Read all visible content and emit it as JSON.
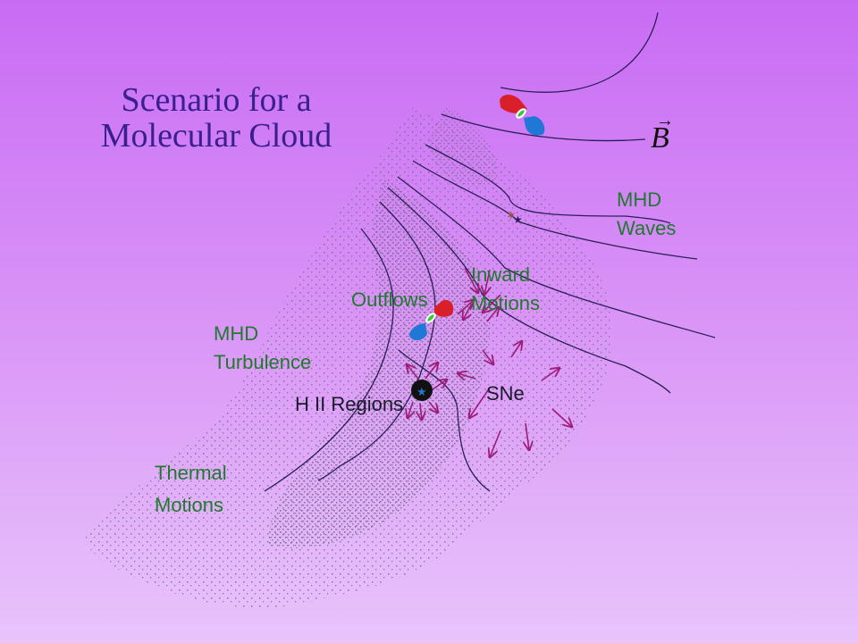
{
  "title": {
    "line1": "Scenario for a",
    "line2": "Molecular Cloud"
  },
  "field_symbol": {
    "letter": "B",
    "vector_mark": "→"
  },
  "labels": {
    "mhd_waves": [
      "MHD",
      "Waves"
    ],
    "inward_motions": [
      "Inward",
      "Motions"
    ],
    "outflows": "Outflows",
    "mhd_turbulence": [
      "MHD",
      "Turbulence"
    ],
    "sne": "SNe",
    "h2_regions": "H II Regions",
    "thermal_motions": [
      "Thermal",
      "Motions"
    ]
  },
  "colors": {
    "field_lines": "#2a1f55",
    "cloud_dots": "#6e6e82",
    "arrows": "#9c1c78",
    "label_green": "#1f7a2e",
    "title": "#3a1f8f",
    "lobe_red": "#d81f2a",
    "lobe_blue": "#1f78d6",
    "disk_green": "#3cc83c"
  },
  "icons": [
    "bipolar-outflow-icon",
    "star-icon",
    "hii-region-star-icon",
    "inward-arrow-icon",
    "sne-arrow-icon"
  ]
}
